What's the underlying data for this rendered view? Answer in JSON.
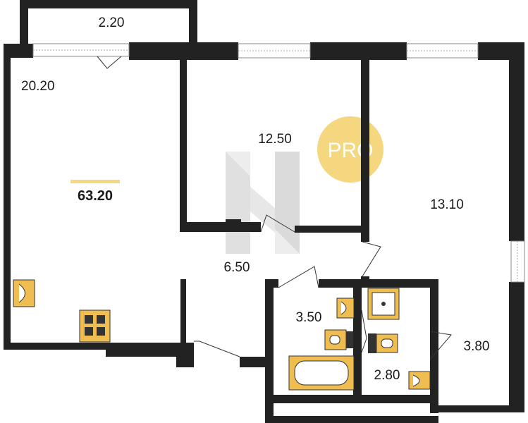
{
  "plan": {
    "total_area": "63.20",
    "rooms": [
      {
        "id": "balcony",
        "area": "2.20"
      },
      {
        "id": "kitchen-living",
        "area": "20.20"
      },
      {
        "id": "bedroom",
        "area": "12.50"
      },
      {
        "id": "living-room",
        "area": "13.10"
      },
      {
        "id": "hallway",
        "area": "6.50"
      },
      {
        "id": "bathroom",
        "area": "3.50"
      },
      {
        "id": "closet",
        "area": "3.80"
      },
      {
        "id": "toilet",
        "area": "2.80"
      }
    ]
  },
  "badge": {
    "label": "PRO"
  },
  "colors": {
    "wall": "#222222",
    "fixture": "#f0be50",
    "accent": "#f5d780",
    "window": "#888888",
    "watermark": "#cccccc"
  },
  "icons": {
    "stove": "stove-icon",
    "sink": "sink-icon",
    "toilet": "toilet-icon",
    "bathtub": "bathtub-icon",
    "shower": "shower-icon"
  }
}
